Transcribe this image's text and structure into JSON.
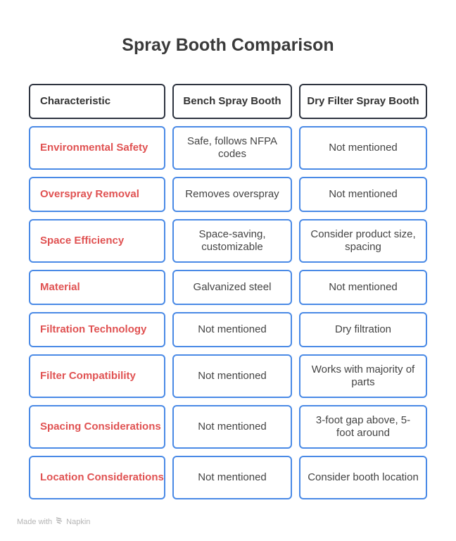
{
  "title": "Spray Booth Comparison",
  "headers": [
    "Characteristic",
    "Bench Spray Booth",
    "Dry Filter Spray Booth"
  ],
  "rows": [
    {
      "label": "Environmental Safety",
      "bench": "Safe, follows NFPA codes",
      "dry": "Not mentioned"
    },
    {
      "label": "Overspray Removal",
      "bench": "Removes overspray",
      "dry": "Not mentioned"
    },
    {
      "label": "Space Efficiency",
      "bench": "Space-saving, customizable",
      "dry": "Consider product size, spacing"
    },
    {
      "label": "Material",
      "bench": "Galvanized steel",
      "dry": "Not mentioned"
    },
    {
      "label": "Filtration Technology",
      "bench": "Not mentioned",
      "dry": "Dry filtration"
    },
    {
      "label": "Filter Compatibility",
      "bench": "Not mentioned",
      "dry": "Works with majority of parts"
    },
    {
      "label": "Spacing Considerations",
      "bench": "Not mentioned",
      "dry": "3-foot gap above, 5-foot around"
    },
    {
      "label": "Location Considerations",
      "bench": "Not mentioned",
      "dry": "Consider booth location"
    }
  ],
  "footer": {
    "prefix": "Made with",
    "brand": "Napkin",
    "icon": "napkin-logo-icon"
  },
  "colors": {
    "label_red": "#e05252",
    "border_blue": "#4a8ae6",
    "header_border": "#2e3440"
  }
}
